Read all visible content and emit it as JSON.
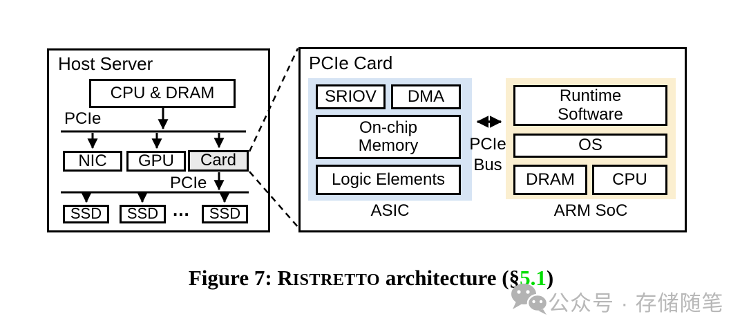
{
  "figure": {
    "host_server": {
      "title": "Host Server",
      "cpu_dram": "CPU & DRAM",
      "pcie_top_label": "PCIe",
      "pcie_bottom_label": "PCIe",
      "devices": [
        "NIC",
        "GPU",
        "Card"
      ],
      "ssds": [
        "SSD",
        "SSD",
        "SSD"
      ],
      "ellipsis": "..."
    },
    "pcie_card": {
      "title": "PCIe Card",
      "asic": {
        "label": "ASIC",
        "sriov": "SRIOV",
        "dma": "DMA",
        "onchip_line1": "On-chip",
        "onchip_line2": "Memory",
        "logic_elements": "Logic Elements"
      },
      "bus": {
        "line1": "PCIe",
        "line2": "Bus"
      },
      "arm_soc": {
        "label": "ARM SoC",
        "runtime_line1": "Runtime",
        "runtime_line2": "Software",
        "os": "OS",
        "dram": "DRAM",
        "cpu": "CPU"
      }
    },
    "caption": {
      "prefix": "Figure 7: ",
      "name_initial": "R",
      "name_rest": "ISTRETTO",
      "middle": " architecture (§",
      "section": "5.1",
      "suffix": ")"
    },
    "watermark": {
      "text": "公众号 · 存储随笔"
    },
    "colors": {
      "asic_bg": "#D6E4F4",
      "arm_bg": "#FBEFD0",
      "card_fill": "#E9E9E9",
      "section_green": "#00DD00",
      "watermark_gray": "#B8B8B8"
    }
  }
}
